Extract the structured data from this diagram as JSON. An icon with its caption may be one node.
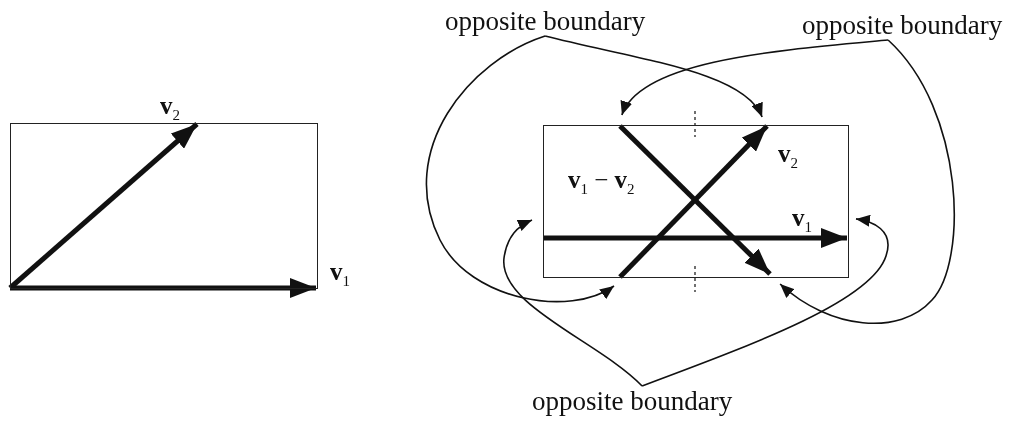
{
  "diagram": {
    "nodes": [
      {
        "text": [],
        "shape": "box"
      },
      {
        "text": [],
        "shape": "box"
      },
      {
        "text": [
          "opposite boundary"
        ]
      },
      {
        "text": [
          "opposite boundary"
        ]
      },
      {
        "text": [
          "opposite boundary"
        ]
      }
    ],
    "edges": [
      {
        "from": 2,
        "to": 1,
        "arrow": "to"
      },
      {
        "from": 2,
        "to": 1,
        "arrow": "to"
      },
      {
        "from": 3,
        "to": 1,
        "arrow": "to"
      },
      {
        "from": 3,
        "to": 1,
        "arrow": "to"
      },
      {
        "from": 4,
        "to": 1,
        "arrow": "to"
      },
      {
        "from": 4,
        "to": 1,
        "arrow": "to"
      }
    ],
    "labels": [
      "**v**$_{2}$",
      "**v**$_{1}$",
      "**v**$_{2}$",
      "**v**$_{1}$ − **v**$_{2}$",
      "**v**$_{1}$"
    ]
  }
}
